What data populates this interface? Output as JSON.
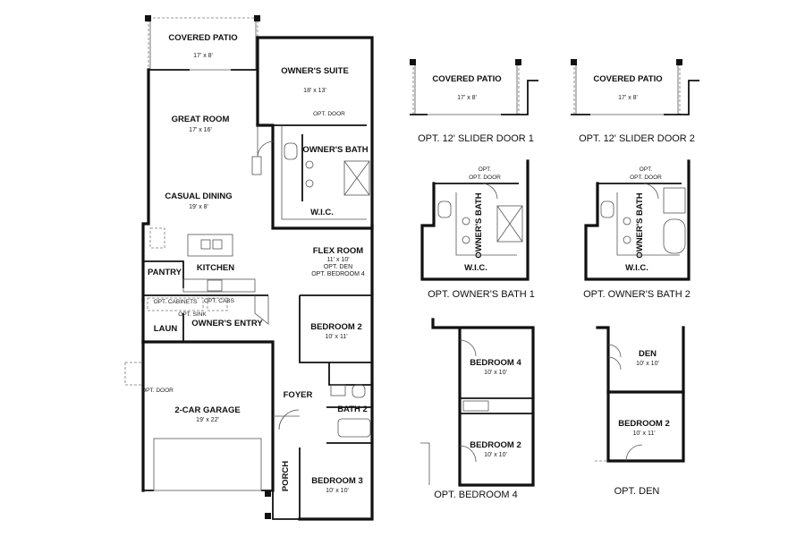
{
  "main_plan": {
    "covered_patio": {
      "name": "COVERED PATIO",
      "dim": "17' x 8'"
    },
    "owners_suite": {
      "name": "OWNER'S SUITE",
      "dim": "18' x 13'"
    },
    "great_room": {
      "name": "GREAT ROOM",
      "dim": "17' x 16'"
    },
    "opt_door_suite": "OPT. DOOR",
    "owners_bath": "OWNER'S BATH",
    "casual_dining": {
      "name": "CASUAL DINING",
      "dim": "19' x 8'"
    },
    "wic": "W.I.C.",
    "flex_room": {
      "name": "FLEX ROOM",
      "dim": "11' x 10'",
      "opt1": "OPT. DEN",
      "opt2": "OPT. BEDROOM 4"
    },
    "pantry": "PANTRY",
    "kitchen": "KITCHEN",
    "opt_cabinets": "OPT. CABINETS",
    "opt_cabs": "OPT. CABS",
    "opt_sink": "OPT. SINK",
    "laun": "LAUN",
    "owners_entry": "OWNER'S ENTRY",
    "bedroom2": {
      "name": "BEDROOM 2",
      "dim": "10' x 11'"
    },
    "opt_door_garage": "OPT. DOOR",
    "garage": {
      "name": "2-CAR GARAGE",
      "dim": "19' x 22'"
    },
    "foyer": "FOYER",
    "bath2": "BATH 2",
    "porch": "PORCH",
    "bedroom3": {
      "name": "BEDROOM 3",
      "dim": "10' x 10'"
    }
  },
  "options": {
    "slider1": {
      "room": "COVERED PATIO",
      "dim": "17' x 8'",
      "caption": "OPT. 12' SLIDER DOOR 1"
    },
    "slider2": {
      "room": "COVERED PATIO",
      "dim": "17' x 8'",
      "caption": "OPT. 12' SLIDER DOOR 2"
    },
    "bath1": {
      "opt_door": "OPT. DOOR",
      "bath": "OWNER'S BATH",
      "wic": "W.I.C.",
      "caption": "OPT. OWNER'S BATH 1"
    },
    "bath2": {
      "opt_door": "OPT. DOOR",
      "bath": "OWNER'S BATH",
      "wic": "W.I.C.",
      "caption": "OPT. OWNER'S BATH 2"
    },
    "bedroom4": {
      "room_a": {
        "name": "BEDROOM 4",
        "dim": "10' x 10'"
      },
      "room_b": {
        "name": "BEDROOM 2",
        "dim": "10' x 10'"
      },
      "caption": "OPT. BEDROOM 4"
    },
    "den": {
      "room_a": {
        "name": "DEN",
        "dim": "10' x 10'"
      },
      "room_b": {
        "name": "BEDROOM 2",
        "dim": "10' x 11'"
      },
      "caption": "OPT. DEN"
    }
  }
}
